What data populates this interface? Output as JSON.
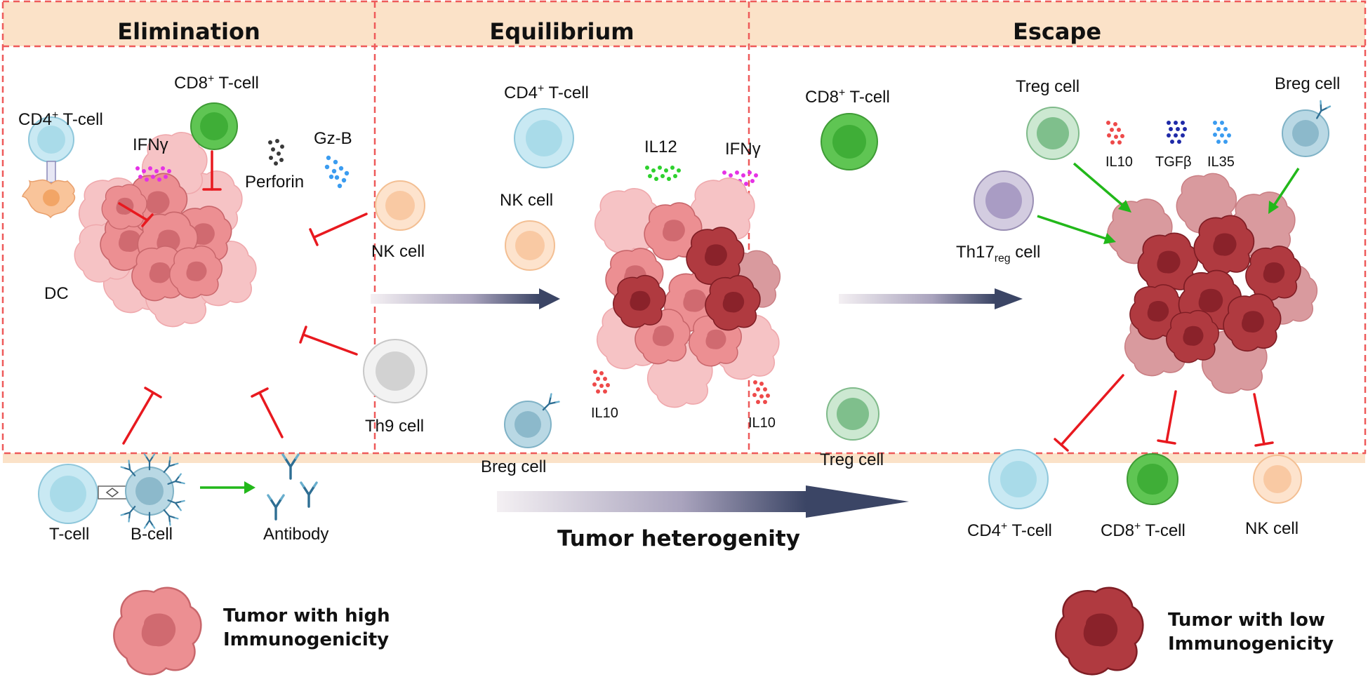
{
  "panels": {
    "elimination": {
      "title": "Elimination"
    },
    "equilibrium": {
      "title": "Equilibrium"
    },
    "escape": {
      "title": "Escape"
    }
  },
  "elimination": {
    "cd4_cell": {
      "prefix": "CD4",
      "sup": "+",
      "suffix": " T-cell"
    },
    "cd8_cell": {
      "prefix": "CD8",
      "sup": "+",
      "suffix": " T-cell"
    },
    "dc": "DC",
    "ifng": "IFNγ",
    "perforin": "Perforin",
    "gzb": "Gz-B",
    "nk_cell": "NK cell",
    "th9_cell": "Th9 cell",
    "t_cell": "T-cell",
    "b_cell": "B-cell",
    "antibody": "Antibody"
  },
  "equilibrium": {
    "cd4_cell": {
      "prefix": "CD4",
      "sup": "+",
      "suffix": " T-cell"
    },
    "cd8_cell": {
      "prefix": "CD8",
      "sup": "+",
      "suffix": " T-cell"
    },
    "nk_cell": "NK cell",
    "il12": "IL12",
    "ifng": "IFNγ",
    "il10_left": "IL10",
    "il10_right": "IL10",
    "breg_cell": "Breg cell",
    "treg_cell": "Treg cell",
    "heterogeneity": "Tumor heterogenity"
  },
  "escape": {
    "treg_cell": "Treg cell",
    "breg_cell": "Breg cell",
    "il10": "IL10",
    "tgfb": "TGFβ",
    "il35": "IL35",
    "th17": {
      "prefix": "Th17",
      "sub": "reg",
      "suffix": " cell"
    },
    "cd4_cell": {
      "prefix": "CD4",
      "sup": "+",
      "suffix": " T-cell"
    },
    "cd8_cell": {
      "prefix": "CD8",
      "sup": "+",
      "suffix": " T-cell"
    },
    "nk_cell": "NK cell"
  },
  "legend": {
    "high": {
      "line1": "Tumor with high",
      "line2": "Immunogenicity"
    },
    "low": {
      "line1": "Tumor with low",
      "line2": "Immunogenicity"
    }
  },
  "colors": {
    "header_band": "#fbe2c8",
    "border_dash": "#ee5a5a",
    "inhibit": "#e8191f",
    "activate": "#22b81a",
    "tumor_high": "#ec8f92",
    "tumor_low": "#a83238",
    "cd4": "#a9dbe9",
    "cd8": "#52c447",
    "nk": "#f9c9a3",
    "th9": "#d9d9d9",
    "treg": "#9fd0a8",
    "breg": "#8cc4d6",
    "th17": "#a99cc4"
  }
}
